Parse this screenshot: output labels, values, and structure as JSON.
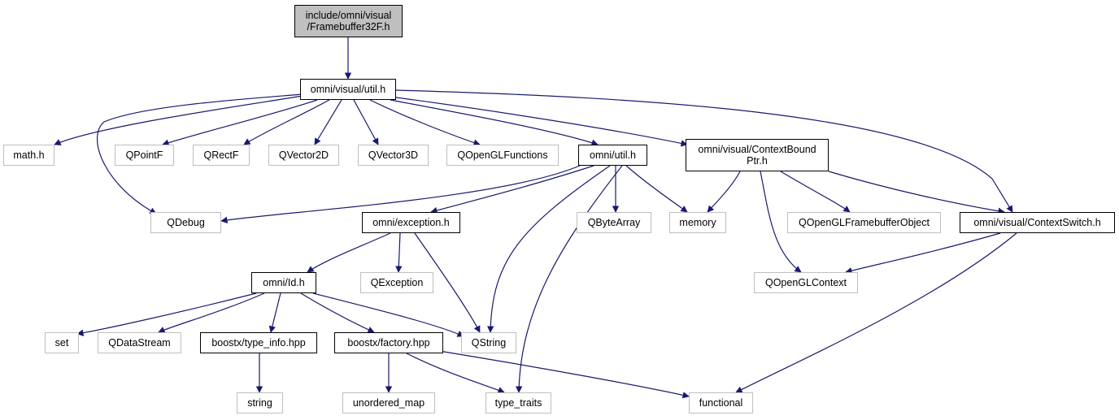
{
  "diagram": {
    "colors": {
      "edge": "#191970",
      "doc_border": "#000000",
      "ext_border": "#bfbfbf",
      "root_fill": "#bfbfbf"
    },
    "nodes": [
      {
        "id": "n_root",
        "label": "include/omni/visual\n/Framebuffer32F.h",
        "kind": "root"
      },
      {
        "id": "n_vutil",
        "label": "omni/visual/util.h",
        "kind": "doc"
      },
      {
        "id": "n_math",
        "label": "math.h",
        "kind": "ext"
      },
      {
        "id": "n_qpointf",
        "label": "QPointF",
        "kind": "ext"
      },
      {
        "id": "n_qrectf",
        "label": "QRectF",
        "kind": "ext"
      },
      {
        "id": "n_qvector2d",
        "label": "QVector2D",
        "kind": "ext"
      },
      {
        "id": "n_qvector3d",
        "label": "QVector3D",
        "kind": "ext"
      },
      {
        "id": "n_qglfunc",
        "label": "QOpenGLFunctions",
        "kind": "ext"
      },
      {
        "id": "n_outil",
        "label": "omni/util.h",
        "kind": "doc"
      },
      {
        "id": "n_ctxbound",
        "label": "omni/visual/ContextBound\nPtr.h",
        "kind": "doc"
      },
      {
        "id": "n_qdebug",
        "label": "QDebug",
        "kind": "ext"
      },
      {
        "id": "n_exception",
        "label": "omni/exception.h",
        "kind": "doc"
      },
      {
        "id": "n_qbytearray",
        "label": "QByteArray",
        "kind": "ext"
      },
      {
        "id": "n_memory",
        "label": "memory",
        "kind": "ext"
      },
      {
        "id": "n_qglfbo",
        "label": "QOpenGLFramebufferObject",
        "kind": "ext"
      },
      {
        "id": "n_ctxswitch",
        "label": "omni/visual/ContextSwitch.h",
        "kind": "doc"
      },
      {
        "id": "n_idh",
        "label": "omni/Id.h",
        "kind": "doc"
      },
      {
        "id": "n_qexception",
        "label": "QException",
        "kind": "ext"
      },
      {
        "id": "n_qglctx",
        "label": "QOpenGLContext",
        "kind": "ext"
      },
      {
        "id": "n_set",
        "label": "set",
        "kind": "ext"
      },
      {
        "id": "n_qdatastream",
        "label": "QDataStream",
        "kind": "ext"
      },
      {
        "id": "n_typeinfo",
        "label": "boostx/type_info.hpp",
        "kind": "doc"
      },
      {
        "id": "n_factory",
        "label": "boostx/factory.hpp",
        "kind": "doc"
      },
      {
        "id": "n_qstring",
        "label": "QString",
        "kind": "ext"
      },
      {
        "id": "n_string",
        "label": "string",
        "kind": "ext"
      },
      {
        "id": "n_unordered",
        "label": "unordered_map",
        "kind": "ext"
      },
      {
        "id": "n_typetraits",
        "label": "type_traits",
        "kind": "ext"
      },
      {
        "id": "n_functional",
        "label": "functional",
        "kind": "ext"
      }
    ],
    "edges": [
      {
        "from": "n_root",
        "to": "n_vutil"
      },
      {
        "from": "n_vutil",
        "to": "n_math"
      },
      {
        "from": "n_vutil",
        "to": "n_qdebug"
      },
      {
        "from": "n_vutil",
        "to": "n_qpointf"
      },
      {
        "from": "n_vutil",
        "to": "n_qrectf"
      },
      {
        "from": "n_vutil",
        "to": "n_qvector2d"
      },
      {
        "from": "n_vutil",
        "to": "n_qvector3d"
      },
      {
        "from": "n_vutil",
        "to": "n_qglfunc"
      },
      {
        "from": "n_vutil",
        "to": "n_outil"
      },
      {
        "from": "n_vutil",
        "to": "n_ctxbound"
      },
      {
        "from": "n_vutil",
        "to": "n_ctxswitch"
      },
      {
        "from": "n_outil",
        "to": "n_qdebug"
      },
      {
        "from": "n_outil",
        "to": "n_exception"
      },
      {
        "from": "n_outil",
        "to": "n_qstring"
      },
      {
        "from": "n_outil",
        "to": "n_typetraits"
      },
      {
        "from": "n_outil",
        "to": "n_qbytearray"
      },
      {
        "from": "n_outil",
        "to": "n_memory"
      },
      {
        "from": "n_ctxbound",
        "to": "n_memory"
      },
      {
        "from": "n_ctxbound",
        "to": "n_qglfbo"
      },
      {
        "from": "n_ctxbound",
        "to": "n_qglctx"
      },
      {
        "from": "n_ctxbound",
        "to": "n_ctxswitch"
      },
      {
        "from": "n_ctxswitch",
        "to": "n_qglctx"
      },
      {
        "from": "n_ctxswitch",
        "to": "n_functional"
      },
      {
        "from": "n_exception",
        "to": "n_idh"
      },
      {
        "from": "n_exception",
        "to": "n_qexception"
      },
      {
        "from": "n_exception",
        "to": "n_qstring"
      },
      {
        "from": "n_idh",
        "to": "n_set"
      },
      {
        "from": "n_idh",
        "to": "n_qdatastream"
      },
      {
        "from": "n_idh",
        "to": "n_typeinfo"
      },
      {
        "from": "n_idh",
        "to": "n_factory"
      },
      {
        "from": "n_idh",
        "to": "n_qstring"
      },
      {
        "from": "n_typeinfo",
        "to": "n_string"
      },
      {
        "from": "n_factory",
        "to": "n_unordered"
      },
      {
        "from": "n_factory",
        "to": "n_typetraits"
      },
      {
        "from": "n_factory",
        "to": "n_functional"
      }
    ]
  }
}
